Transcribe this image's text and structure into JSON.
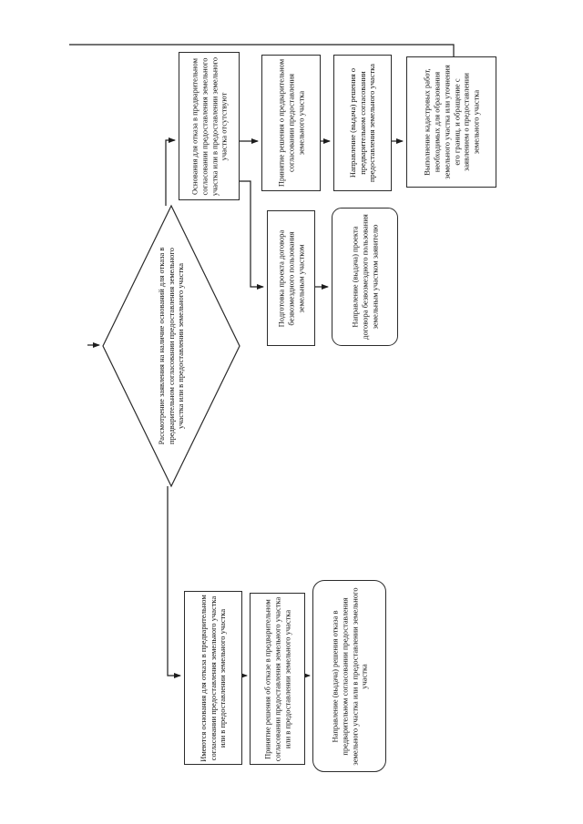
{
  "page": {
    "kind": "scanned flowchart page",
    "background_color": "#ffffff",
    "stroke_color": "#2b2b2b",
    "text_color": "#111111"
  },
  "flowchart": {
    "nodes": [
      {
        "id": "review-application",
        "shape": "diamond",
        "text": "Рассмотрение заявления на наличие оснований для отказа в предварительном согласовании предоставления земельного участка или в предоставлении земельного участка"
      },
      {
        "id": "no-grounds-for-refusal",
        "shape": "rect",
        "text": "Основания для отказа в предварительном согласовании предоставления земельного участка или в предоставлении земельного участка отсутствуют"
      },
      {
        "id": "decision-preliminary-approval",
        "shape": "rect",
        "text": "Принятие решения о предварительном согласовании предоставления земельного участка"
      },
      {
        "id": "send-preliminary-approval-decision",
        "shape": "rect",
        "text": "Направление (выдача) решения о предварительном согласовании предоставления земельного участка"
      },
      {
        "id": "cadastral-works",
        "shape": "rect",
        "text": "Выполнение кадастровых работ, необходимых для образования земельного участка или уточнения его границ, и обращение с заявлением о предоставлении земельного участка"
      },
      {
        "id": "prepare-contract-draft",
        "shape": "rect",
        "text": "Подготовка проекта договора безвозмездного пользования земельным участком"
      },
      {
        "id": "send-contract-draft",
        "shape": "rounded",
        "text": "Направление (выдача) проекта договора безвозмездного пользования земельным участком заявителю"
      },
      {
        "id": "grounds-for-refusal-exist",
        "shape": "rect",
        "text": "Имеются основания для отказа в предварительном согласовании предоставления земельного участка или в предоставлении земельного участка"
      },
      {
        "id": "decision-to-refuse",
        "shape": "rect",
        "text": "Принятие решения об отказе в предварительном согласовании предоставления земельного участка или в предоставлении земельного участка"
      },
      {
        "id": "send-refusal-decision",
        "shape": "rounded",
        "text": "Направление (выдача) решения отказа в предварительном согласовании предоставления земельного участка или в предоставлении земельного участка"
      }
    ],
    "edges": [
      {
        "from": "start",
        "to": "review-application",
        "arrow": true
      },
      {
        "from": "review-application",
        "to": "no-grounds-for-refusal",
        "arrow": true
      },
      {
        "from": "no-grounds-for-refusal",
        "to": "decision-preliminary-approval",
        "arrow": true
      },
      {
        "from": "decision-preliminary-approval",
        "to": "send-preliminary-approval-decision",
        "arrow": true
      },
      {
        "from": "send-preliminary-approval-decision",
        "to": "cadastral-works",
        "arrow": true
      },
      {
        "from": "cadastral-works",
        "to": "process-start-loop",
        "arrow": false
      },
      {
        "from": "no-grounds-for-refusal",
        "to": "prepare-contract-draft",
        "arrow": true
      },
      {
        "from": "prepare-contract-draft",
        "to": "send-contract-draft",
        "arrow": true
      },
      {
        "from": "review-application",
        "to": "grounds-for-refusal-exist",
        "arrow": true
      },
      {
        "from": "grounds-for-refusal-exist",
        "to": "decision-to-refuse",
        "arrow": true
      },
      {
        "from": "decision-to-refuse",
        "to": "send-refusal-decision",
        "arrow": true
      }
    ]
  }
}
